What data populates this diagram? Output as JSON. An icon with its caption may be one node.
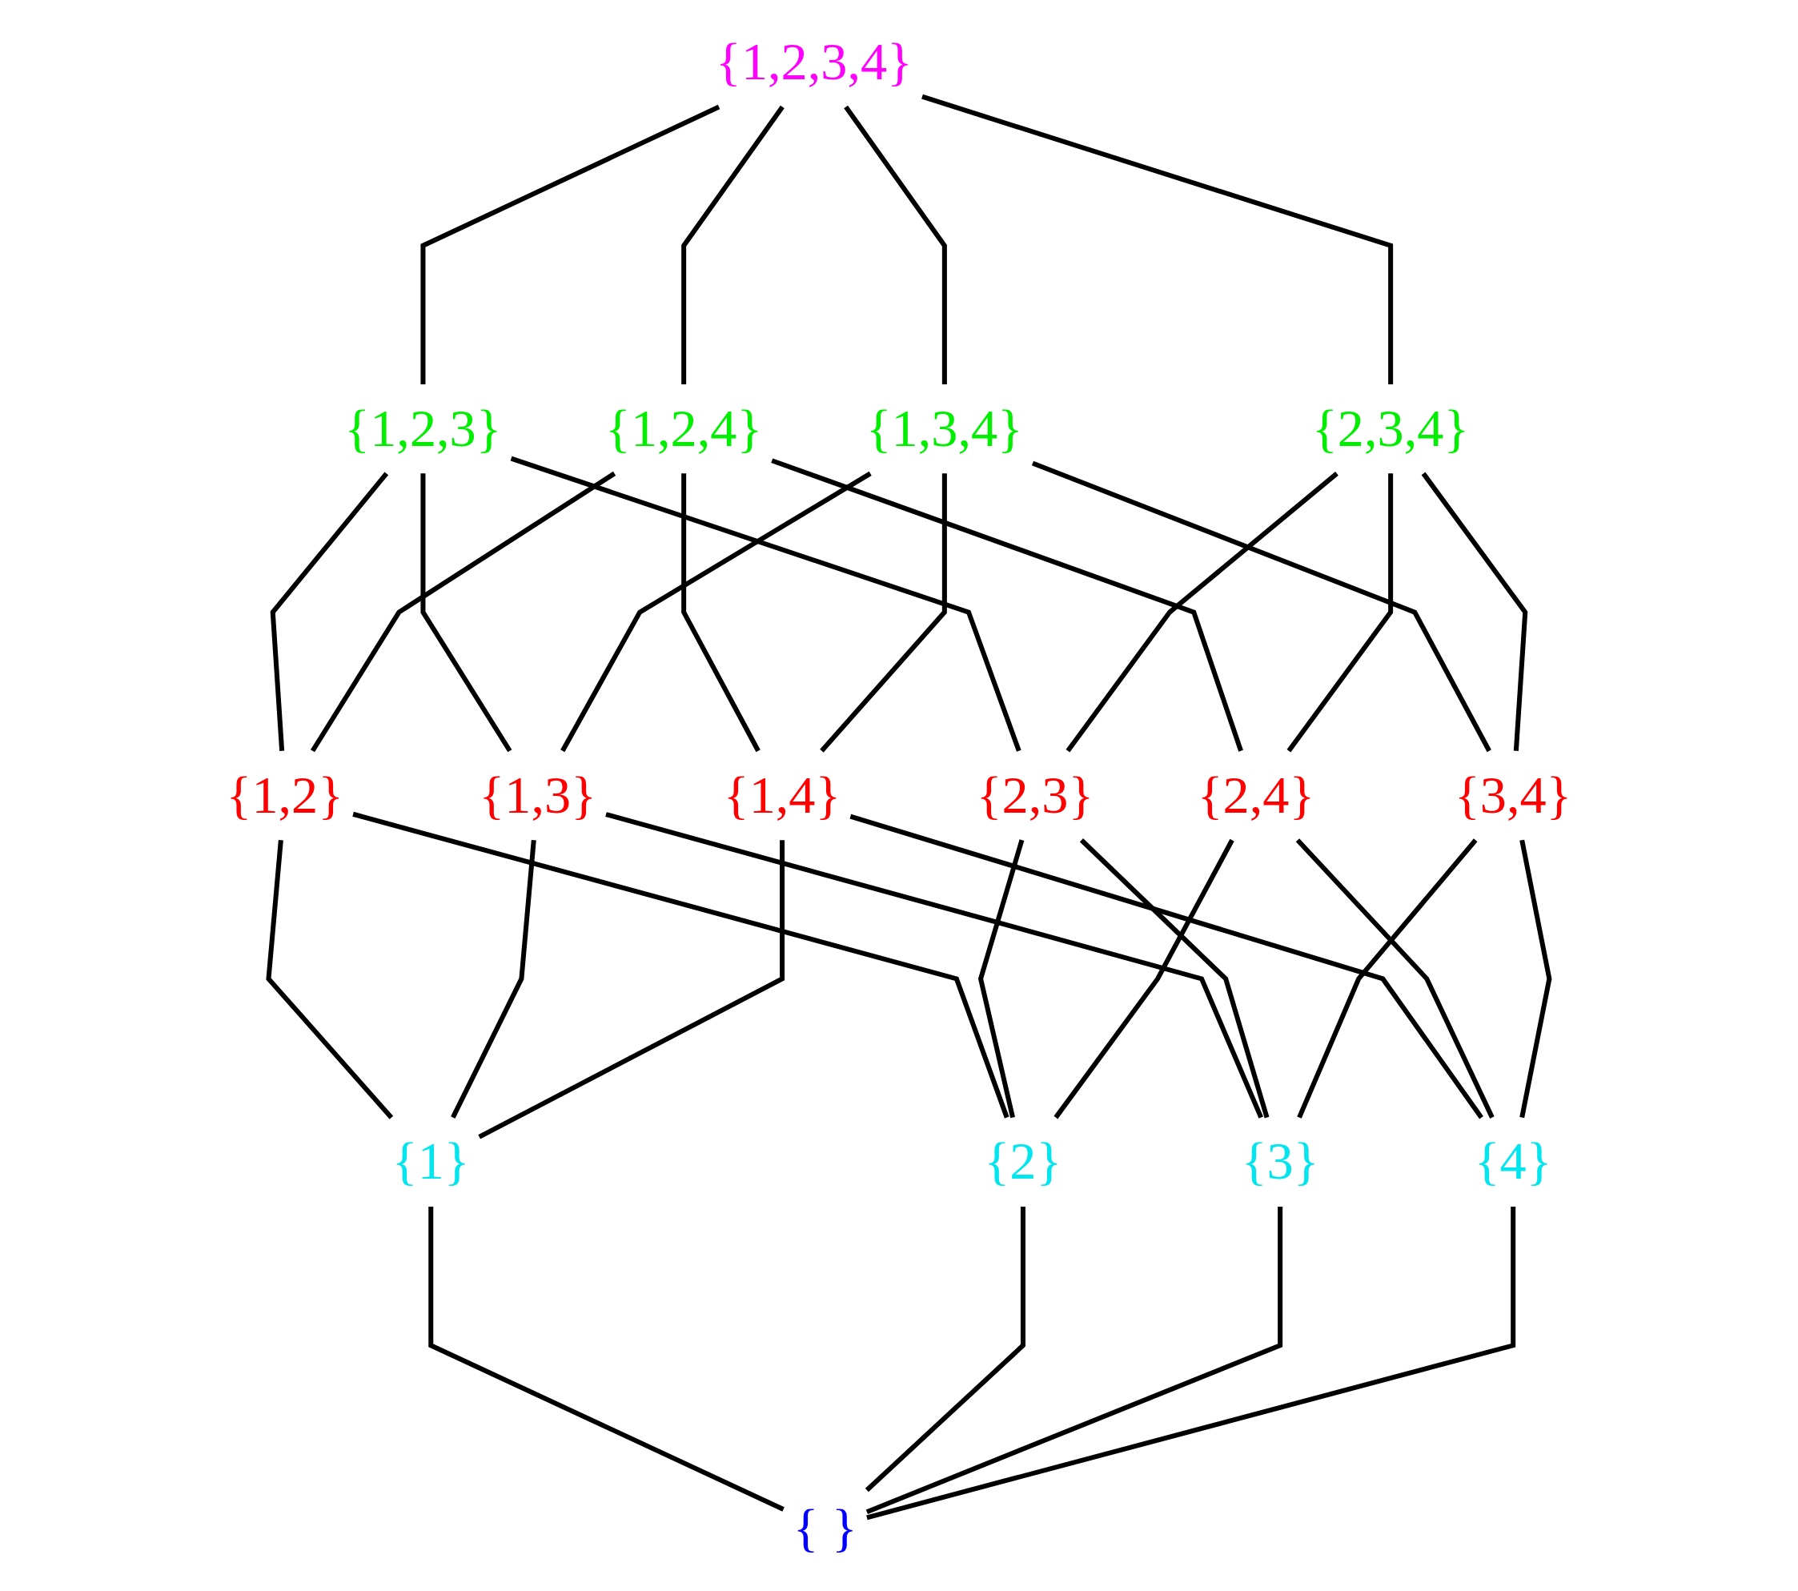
{
  "diagram": {
    "nodes": [
      {
        "text": [
          "{1,2,3,4}"
        ]
      },
      {
        "text": [
          "{1,2,3}"
        ]
      },
      {
        "text": [
          "{1,2,4}"
        ]
      },
      {
        "text": [
          "{1,3,4}"
        ]
      },
      {
        "text": [
          "{2,3,4}"
        ]
      },
      {
        "text": [
          "{1,2}"
        ]
      },
      {
        "text": [
          "{1,3}"
        ]
      },
      {
        "text": [
          "{1,4}"
        ]
      },
      {
        "text": [
          "{2,3}"
        ]
      },
      {
        "text": [
          "{2,4}"
        ]
      },
      {
        "text": [
          "{3,4}"
        ]
      },
      {
        "text": [
          "{1}"
        ]
      },
      {
        "text": [
          "{2}"
        ]
      },
      {
        "text": [
          "{3}"
        ]
      },
      {
        "text": [
          "{4}"
        ]
      },
      {
        "text": [
          "{ }"
        ]
      }
    ],
    "edges": [
      {
        "from": 0,
        "to": 1,
        "arrow": "none"
      },
      {
        "from": 0,
        "to": 2,
        "arrow": "none"
      },
      {
        "from": 0,
        "to": 3,
        "arrow": "none"
      },
      {
        "from": 0,
        "to": 4,
        "arrow": "none"
      },
      {
        "from": 1,
        "to": 5,
        "arrow": "none"
      },
      {
        "from": 1,
        "to": 6,
        "arrow": "none"
      },
      {
        "from": 1,
        "to": 8,
        "arrow": "none"
      },
      {
        "from": 2,
        "to": 5,
        "arrow": "none"
      },
      {
        "from": 2,
        "to": 7,
        "arrow": "none"
      },
      {
        "from": 2,
        "to": 9,
        "arrow": "none"
      },
      {
        "from": 3,
        "to": 6,
        "arrow": "none"
      },
      {
        "from": 3,
        "to": 7,
        "arrow": "none"
      },
      {
        "from": 3,
        "to": 10,
        "arrow": "none"
      },
      {
        "from": 4,
        "to": 8,
        "arrow": "none"
      },
      {
        "from": 4,
        "to": 9,
        "arrow": "none"
      },
      {
        "from": 4,
        "to": 10,
        "arrow": "none"
      },
      {
        "from": 5,
        "to": 11,
        "arrow": "none"
      },
      {
        "from": 5,
        "to": 12,
        "arrow": "none"
      },
      {
        "from": 6,
        "to": 11,
        "arrow": "none"
      },
      {
        "from": 6,
        "to": 13,
        "arrow": "none"
      },
      {
        "from": 7,
        "to": 11,
        "arrow": "none"
      },
      {
        "from": 7,
        "to": 14,
        "arrow": "none"
      },
      {
        "from": 8,
        "to": 12,
        "arrow": "none"
      },
      {
        "from": 8,
        "to": 13,
        "arrow": "none"
      },
      {
        "from": 9,
        "to": 12,
        "arrow": "none"
      },
      {
        "from": 9,
        "to": 14,
        "arrow": "none"
      },
      {
        "from": 10,
        "to": 13,
        "arrow": "none"
      },
      {
        "from": 10,
        "to": 14,
        "arrow": "none"
      },
      {
        "from": 11,
        "to": 15,
        "arrow": "none"
      },
      {
        "from": 12,
        "to": 15,
        "arrow": "none"
      },
      {
        "from": 13,
        "to": 15,
        "arrow": "none"
      },
      {
        "from": 14,
        "to": 15,
        "arrow": "none"
      }
    ]
  }
}
